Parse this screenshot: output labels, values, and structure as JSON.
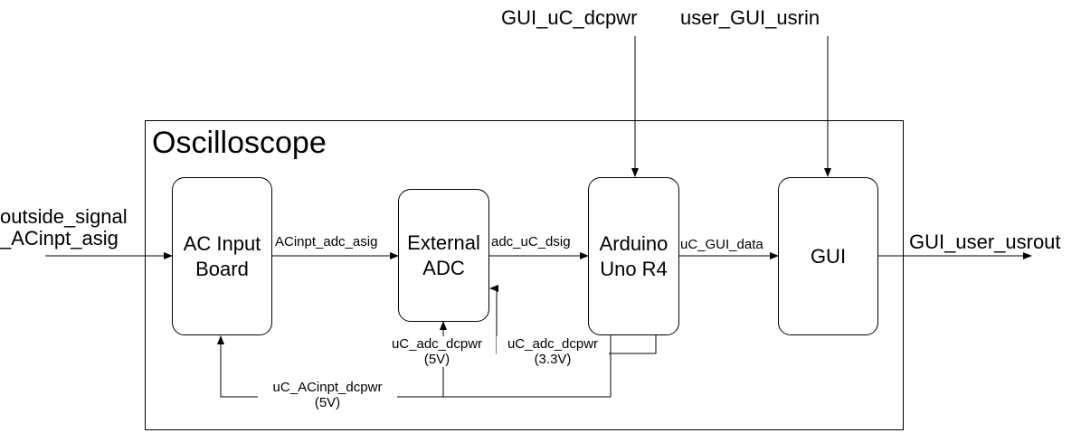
{
  "frame": {
    "title": "Oscilloscope"
  },
  "blocks": {
    "ac_input": "AC Input\nBoard",
    "external_adc": "External\nADC",
    "arduino": "Arduino\nUno R4",
    "gui": "GUI"
  },
  "external": {
    "outside_signal": "outside_signal\n_ACinpt_asig",
    "gui_uc_dcpwr": "GUI_uC_dcpwr",
    "user_gui_usrin": "user_GUI_usrin",
    "gui_user_usrout": "GUI_user_usrout"
  },
  "signals": {
    "acinpt_adc_asig": "ACinpt_adc_asig",
    "adc_uc_dsig": "adc_uC_dsig",
    "uc_gui_data": "uC_GUI_data",
    "uc_adc_dcpwr_5v": "uC_adc_dcpwr\n(5V)",
    "uc_adc_dcpwr_3v3": "uC_adc_dcpwr\n(3.3V)",
    "uc_acinpt_dcpwr": "uC_ACinpt_dcpwr\n(5V)"
  }
}
